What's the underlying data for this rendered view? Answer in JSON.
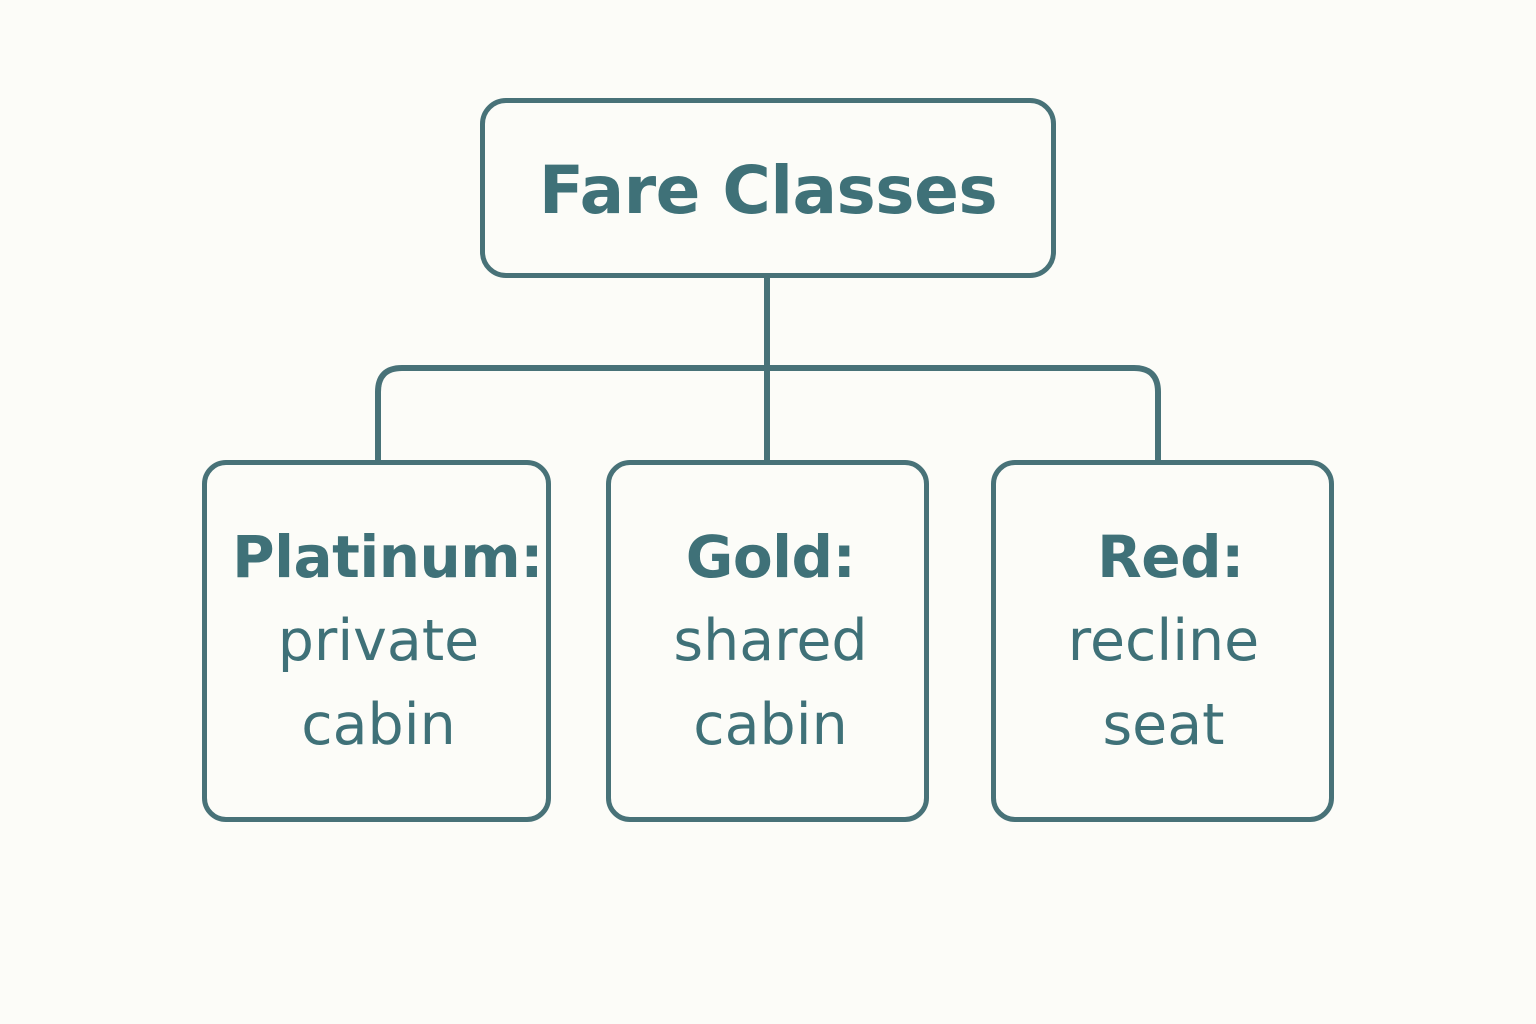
{
  "diagram": {
    "root": {
      "label": "Fare Classes"
    },
    "children": [
      {
        "label": "Platinum:",
        "description": "private\ncabin"
      },
      {
        "label": "Gold:",
        "description": "shared\ncabin"
      },
      {
        "label": "Red:",
        "description": "recline\nseat"
      }
    ]
  },
  "colors": {
    "background": "#fcfcf8",
    "stroke": "#487278",
    "text": "#3f7178"
  }
}
